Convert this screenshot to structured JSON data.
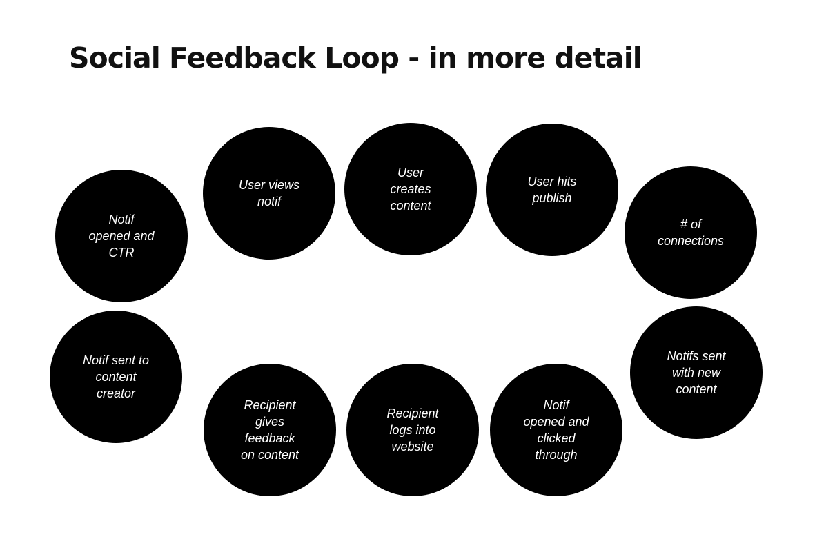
{
  "title": "Social Feedback Loop - in more detail",
  "nodes": [
    {
      "label": "User views\nnotif"
    },
    {
      "label": "User\ncreates\ncontent"
    },
    {
      "label": "User hits\npublish"
    },
    {
      "label": "# of\nconnections"
    },
    {
      "label": "Notifs sent\nwith new\ncontent"
    },
    {
      "label": "Notif\nopened and\nclicked\nthrough"
    },
    {
      "label": "Recipient\nlogs into\nwebsite"
    },
    {
      "label": "Recipient\ngives\nfeedback\non content"
    },
    {
      "label": "Notif sent to\ncontent\ncreator"
    },
    {
      "label": "Notif\nopened and\nCTR"
    }
  ]
}
